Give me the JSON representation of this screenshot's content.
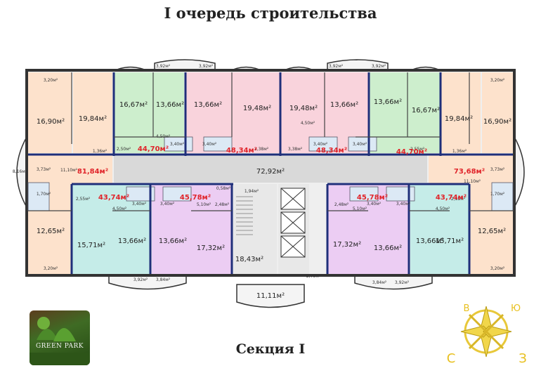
{
  "header": {
    "title": "I очередь строительства"
  },
  "footer": {
    "section": "Секция I"
  },
  "logo": {
    "text": "GREEN PARK"
  },
  "compass": {
    "north": "В",
    "east": "Ю",
    "south": "З",
    "west": "С"
  },
  "colors": {
    "green": "#cdeecd",
    "pink": "#f9d3dc",
    "peach": "#fde2cc",
    "teal": "#c5ece8",
    "lilac": "#eccdf3",
    "corridor": "#d9d9d9",
    "wall": "#1f2f7a",
    "label_red": "#e0242a"
  },
  "apartments": [
    {
      "area": "44,70м²"
    },
    {
      "area": "48,34м²"
    },
    {
      "area": "48,34м²"
    },
    {
      "area": "44,70м²"
    },
    {
      "area": "81,84м²"
    },
    {
      "area": "73,68м²"
    },
    {
      "area": "43,74м²"
    },
    {
      "area": "45,78м²"
    },
    {
      "area": "45,78м²"
    },
    {
      "area": "43,74м²"
    }
  ],
  "rooms": [
    "16,90м²",
    "19,84м²",
    "16,67м²",
    "13,66м²",
    "13,66м²",
    "19,48м²",
    "19,48м²",
    "13,66м²",
    "13,66м²",
    "16,67м²",
    "19,84м²",
    "16,90м²",
    "12,65м²",
    "15,71м²",
    "13,66м²",
    "13,66м²",
    "17,32м²",
    "17,32м²",
    "13,66м²",
    "13,66м²",
    "15,71м²",
    "12,65м²",
    "72,92м²",
    "18,43м²",
    "11,11м²"
  ],
  "small_areas": [
    "3,92м²",
    "3,92м²",
    "3,92м²",
    "3,92м²",
    "3,20м²",
    "3,20м²",
    "3,20м²",
    "3,20м²",
    "8,16м²",
    "3,73м²",
    "3,73м²",
    "1,70м²",
    "1,70м²",
    "11,10м²",
    "11,10м²",
    "1,36м²",
    "1,36м²",
    "2,50м²",
    "2,55м²",
    "4,50м²",
    "4,50м²",
    "3,40м²",
    "3,40м²",
    "3,40м²",
    "3,40м²",
    "3,38м²",
    "3,38м²",
    "2,55м²",
    "2,55м²",
    "4,50м²",
    "4,50м²",
    "3,40м²",
    "3,40м²",
    "3,40м²",
    "3,40м²",
    "0,58м²",
    "1,94м²",
    "5,10м²",
    "5,10м²",
    "2,48м²",
    "2,48м²",
    "3,92м²",
    "3,84м²",
    "3,84м²",
    "3,92м²",
    "2,79м²"
  ]
}
